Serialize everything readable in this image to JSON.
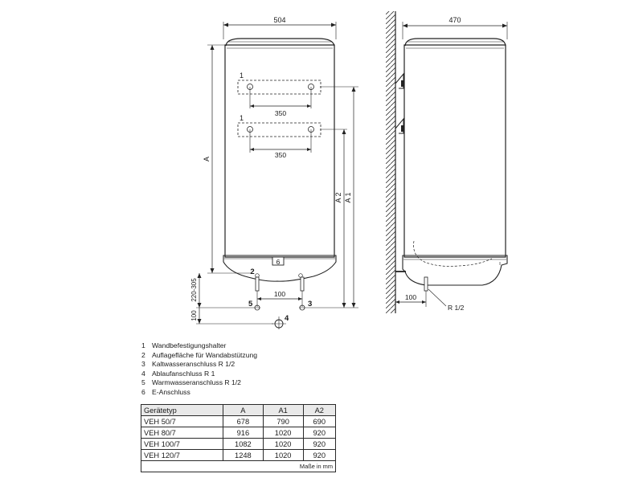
{
  "front_view": {
    "width_label": "504",
    "bracket_top_num": "1",
    "bracket_top_spacing": "350",
    "bracket_bottom_num": "1",
    "bracket_bottom_spacing": "350",
    "height_a_label": "A",
    "height_a2_label": "A 2",
    "height_a1_label": "A 1",
    "eanschluss_num": "6",
    "support_num": "2",
    "pipe_spacing": "100",
    "range_label": "220-305",
    "bottom_offset": "100",
    "cold_num": "3",
    "warm_num": "5",
    "drain_num": "4"
  },
  "side_view": {
    "depth_label": "470",
    "wall_offset": "100",
    "thread_label": "R 1/2"
  },
  "legend": [
    {
      "num": "1",
      "text": "Wandbefestigungshalter"
    },
    {
      "num": "2",
      "text": "Auflagefläche für Wandabstützung"
    },
    {
      "num": "3",
      "text": "Kaltwasseranschluss R 1/2"
    },
    {
      "num": "4",
      "text": "Ablaufanschluss R 1"
    },
    {
      "num": "5",
      "text": "Warmwasseranschluss R 1/2"
    },
    {
      "num": "6",
      "text": "E-Anschluss"
    }
  ],
  "table": {
    "headers": [
      "Gerätetyp",
      "A",
      "A1",
      "A2"
    ],
    "rows": [
      [
        "VEH 50/7",
        "678",
        "790",
        "690"
      ],
      [
        "VEH 80/7",
        "916",
        "1020",
        "920"
      ],
      [
        "VEH 100/7",
        "1082",
        "1020",
        "920"
      ],
      [
        "VEH 120/7",
        "1248",
        "1020",
        "920"
      ]
    ],
    "units_note": "Maße in mm"
  }
}
